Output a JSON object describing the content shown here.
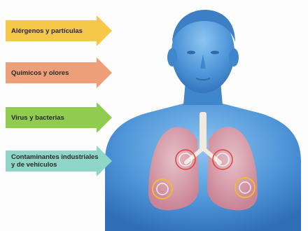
{
  "arrows": [
    {
      "label": "Alérgenos y partículas",
      "color": "#f6c84a"
    },
    {
      "label": "Químicos y olores",
      "color": "#ec9f78"
    },
    {
      "label": "Virus y bacterias",
      "color": "#8fcc4f"
    },
    {
      "label": "Contaminantes industriales y de vehículos",
      "color": "#8fd6c8"
    }
  ],
  "colors": {
    "body_skin": "#4f95d8",
    "body_shadow": "#2f6fb8",
    "lungs": "#e9a0a8",
    "airway": "#f2eadf",
    "target_ring": "#e04040",
    "target_ring_yellow": "#f2b83a"
  }
}
